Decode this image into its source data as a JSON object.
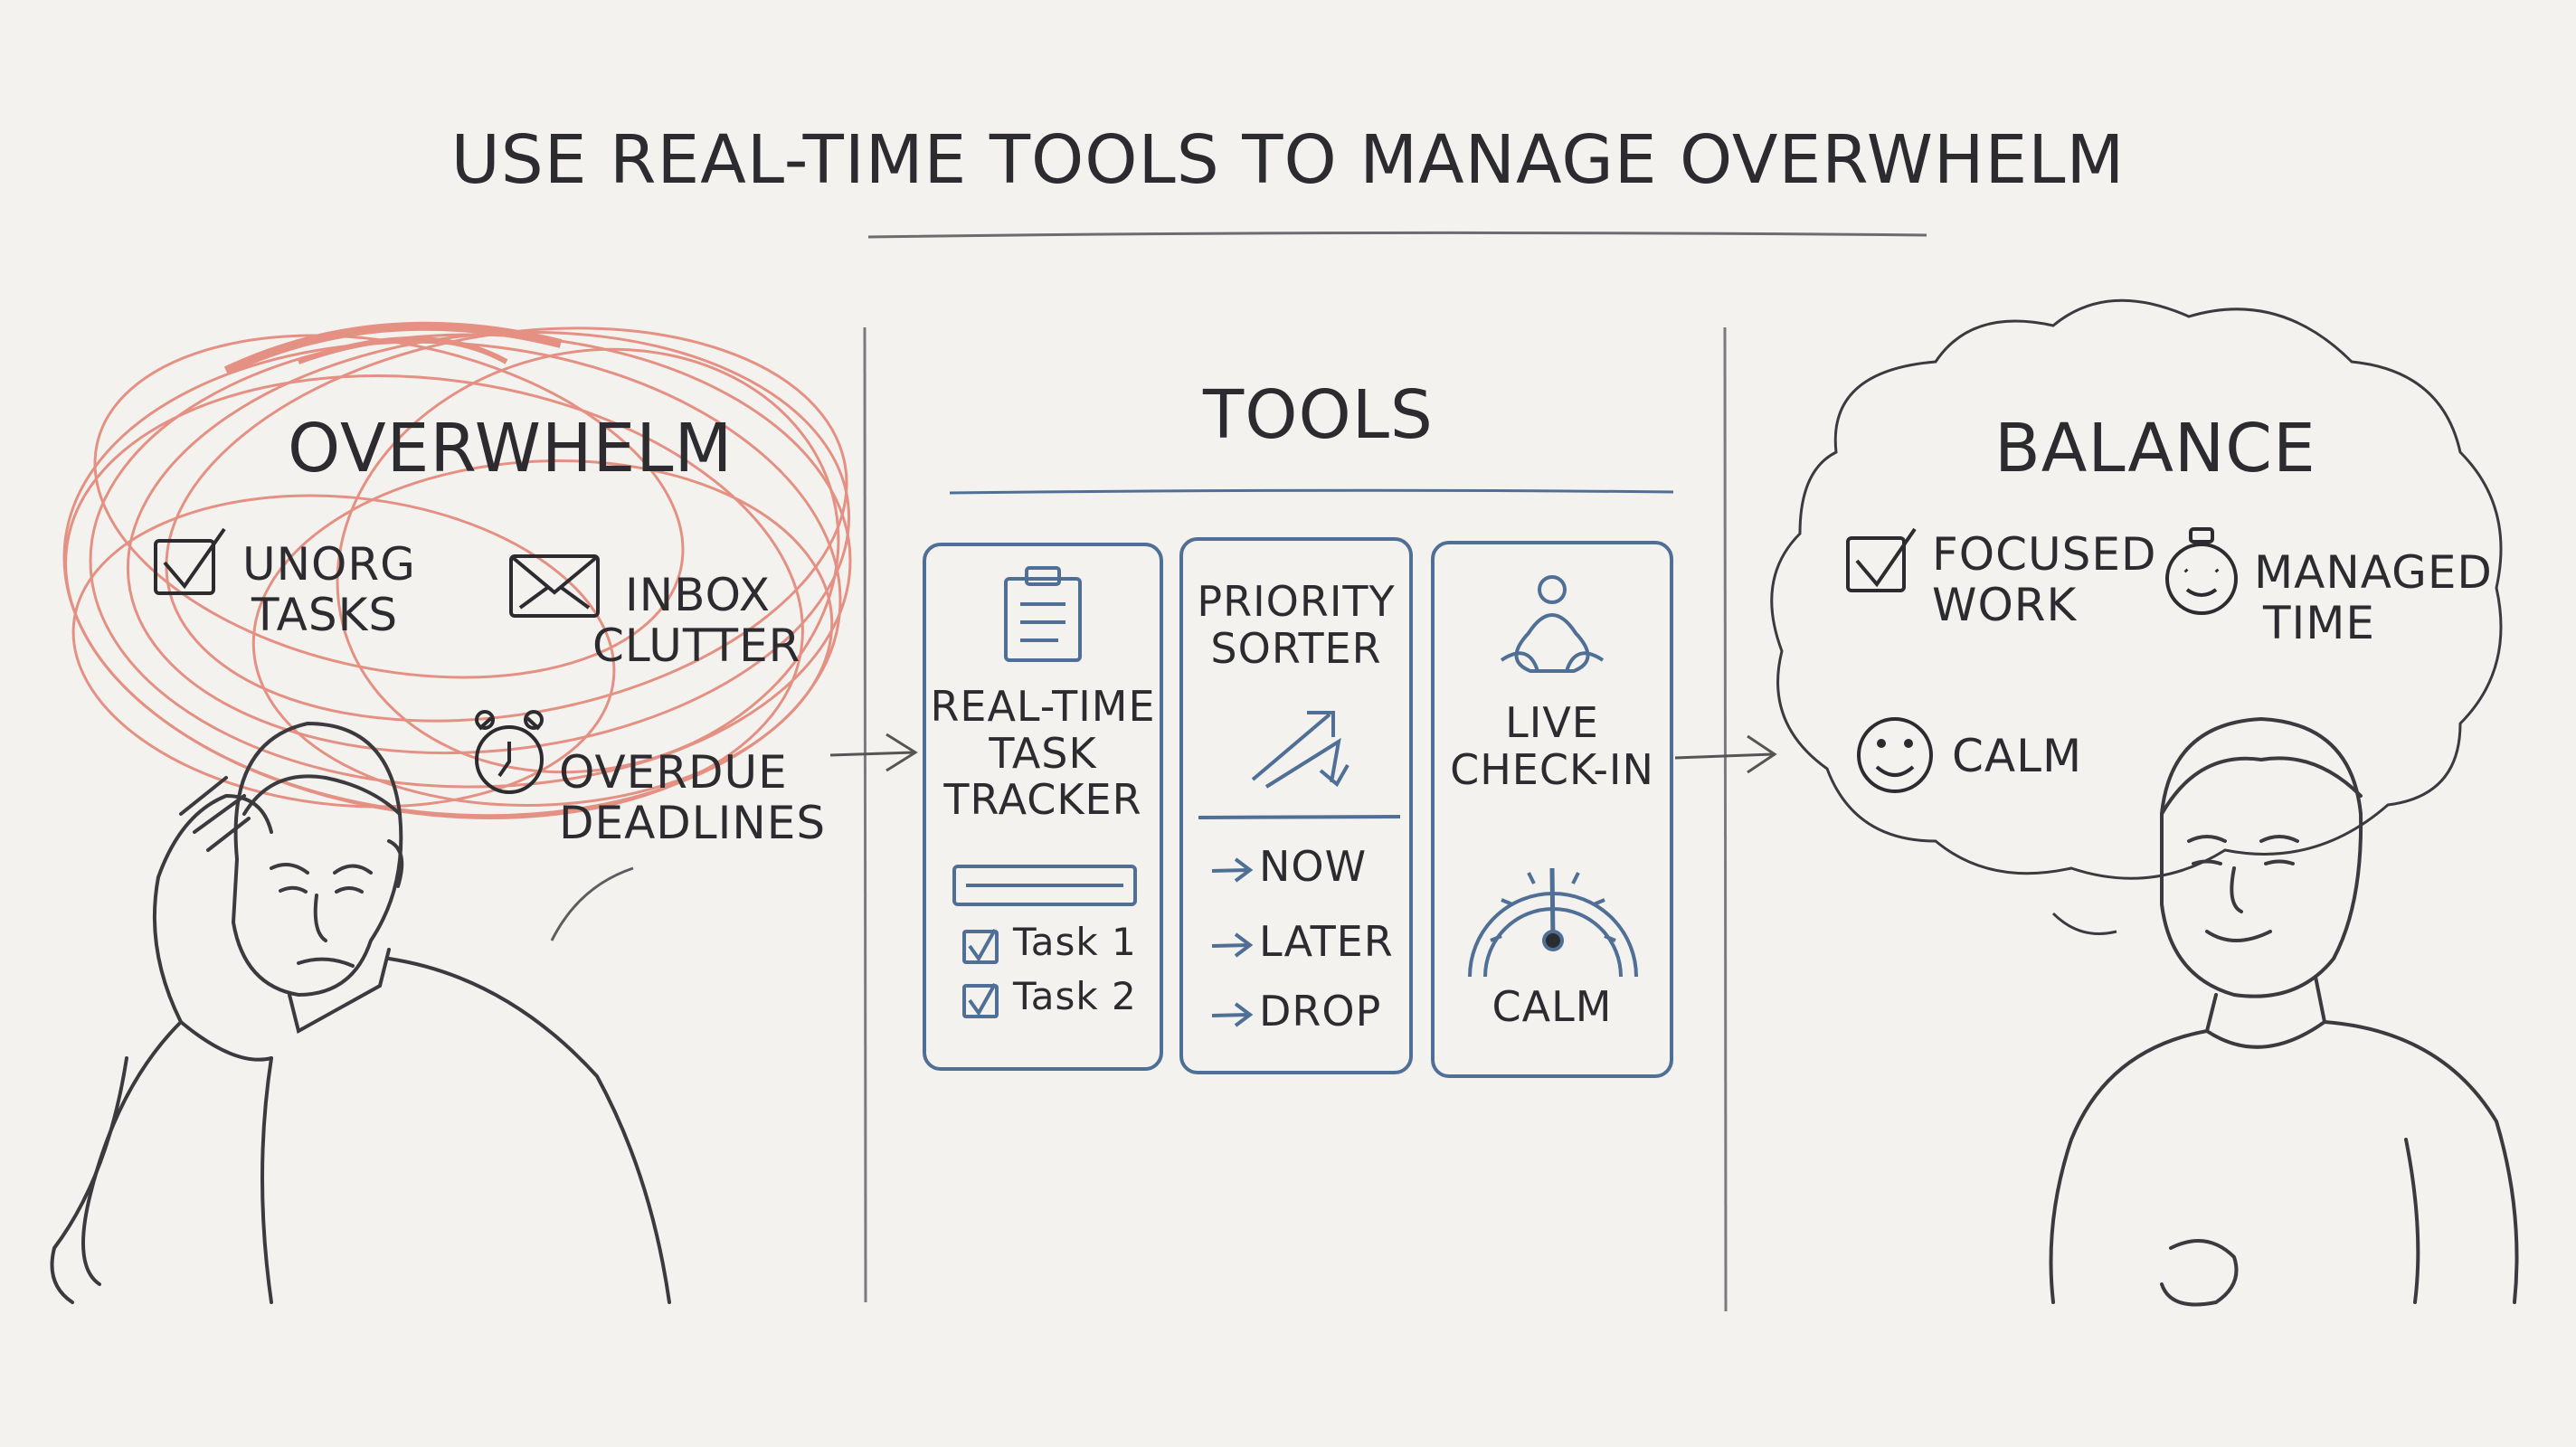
{
  "title": "USE REAL-TIME TOOLS TO MANAGE OVERWHELM",
  "overwhelm": {
    "heading": "OVERWHELM",
    "items": [
      {
        "icon": "checkbox-icon",
        "line1": "UNORG",
        "line2": "TASKS"
      },
      {
        "icon": "envelope-icon",
        "line1": "INBOX",
        "line2": "CLUTTER"
      },
      {
        "icon": "alarm-clock-icon",
        "line1": "OVERDUE",
        "line2": "DEADLINES"
      }
    ]
  },
  "tools": {
    "heading": "TOOLS",
    "tracker": {
      "line1": "REAL-TIME",
      "line2": "TASK",
      "line3": "TRACKER",
      "tasks": [
        "Task 1",
        "Task 2"
      ]
    },
    "sorter": {
      "line1": "PRIORITY",
      "line2": "SORTER",
      "options": [
        "NOW",
        "LATER",
        "DROP"
      ]
    },
    "checkin": {
      "line1": "LIVE",
      "line2": "CHECK-IN",
      "gauge_label": "CALM"
    }
  },
  "balance": {
    "heading": "BALANCE",
    "items": [
      {
        "icon": "checkbox-icon",
        "line1": "FOCUSED",
        "line2": "WORK"
      },
      {
        "icon": "stopwatch-icon",
        "line1": "MANAGED",
        "line2": "TIME"
      },
      {
        "icon": "smiley-icon",
        "line1": "CALM"
      }
    ]
  },
  "colors": {
    "ink": "#2c2c30",
    "scribble": "#e0705f",
    "tool_blue": "#4f6f96",
    "paper": "#f3f2ef"
  }
}
